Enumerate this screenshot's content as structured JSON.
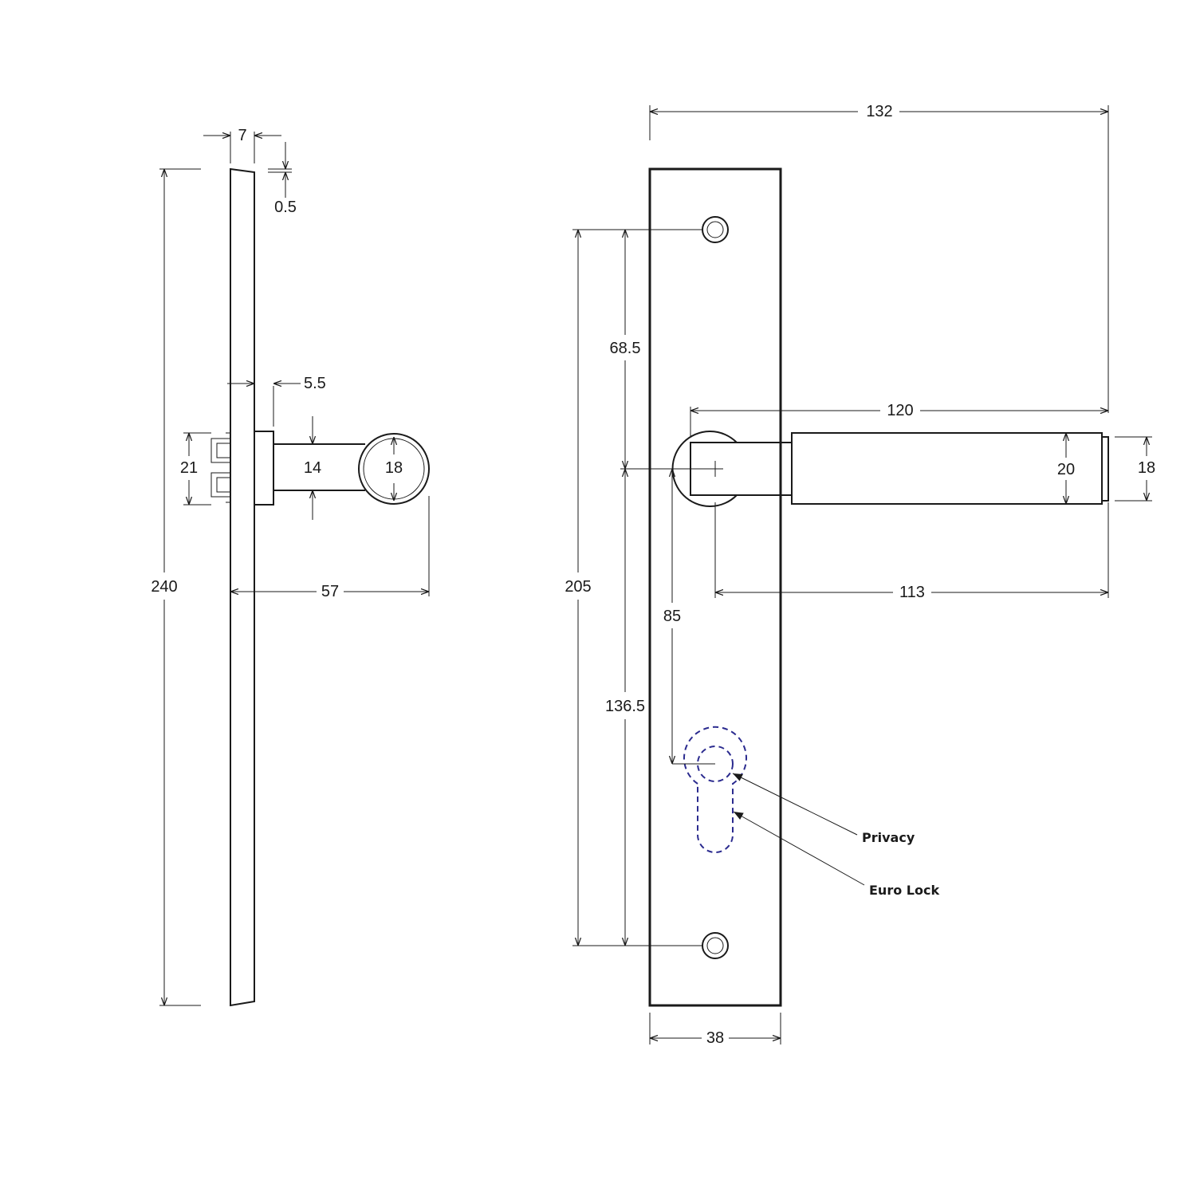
{
  "side_view": {
    "plate_thickness": "7",
    "top_bevel": "0.5",
    "rose_projection": "5.5",
    "plate_height": "240",
    "spindle_block_height": "21",
    "lever_neck_height": "14",
    "lever_end_diameter": "18",
    "total_projection": "57"
  },
  "front_view": {
    "overall_width": "132",
    "lever_length_from_rose_edge": "120",
    "lever_grip_diameter": "20",
    "end_cap_diameter": "18",
    "lever_length_from_center": "113",
    "screw_hole_centers": "205",
    "top_hole_to_spindle": "68.5",
    "spindle_to_cylinder": "85",
    "spindle_to_bottom_hole": "136.5",
    "plate_width": "38"
  },
  "callouts": {
    "privacy": "Privacy",
    "euro_lock": "Euro Lock"
  },
  "colors": {
    "line": "#1a1a1a",
    "hidden_cutout": "#2b2b8f"
  }
}
